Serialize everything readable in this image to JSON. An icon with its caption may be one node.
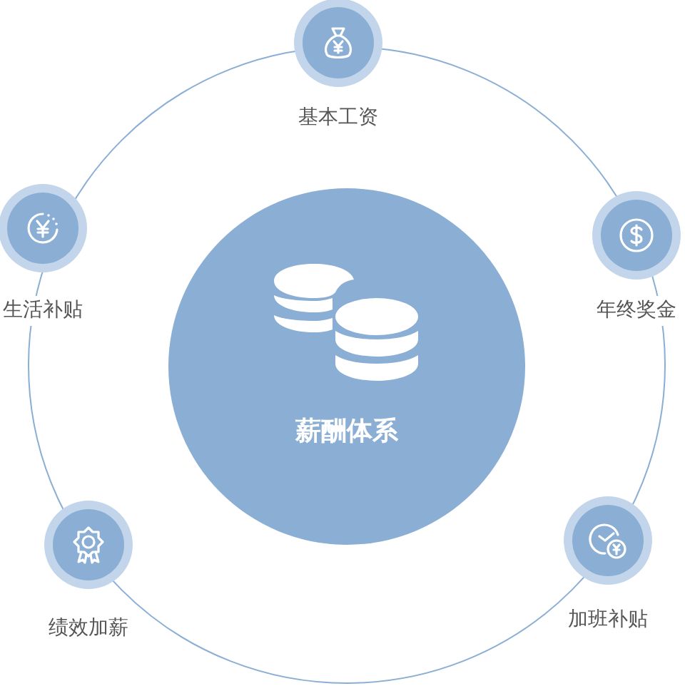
{
  "diagram": {
    "nodes": [
      {
        "text": [
          "薪酬体系"
        ]
      },
      {
        "text": [
          "基本工资"
        ]
      },
      {
        "text": [
          "年终奖金"
        ]
      },
      {
        "text": [
          "加班补贴"
        ]
      },
      {
        "text": [
          "绩效加薪"
        ]
      },
      {
        "text": [
          "生活补贴"
        ]
      }
    ]
  }
}
